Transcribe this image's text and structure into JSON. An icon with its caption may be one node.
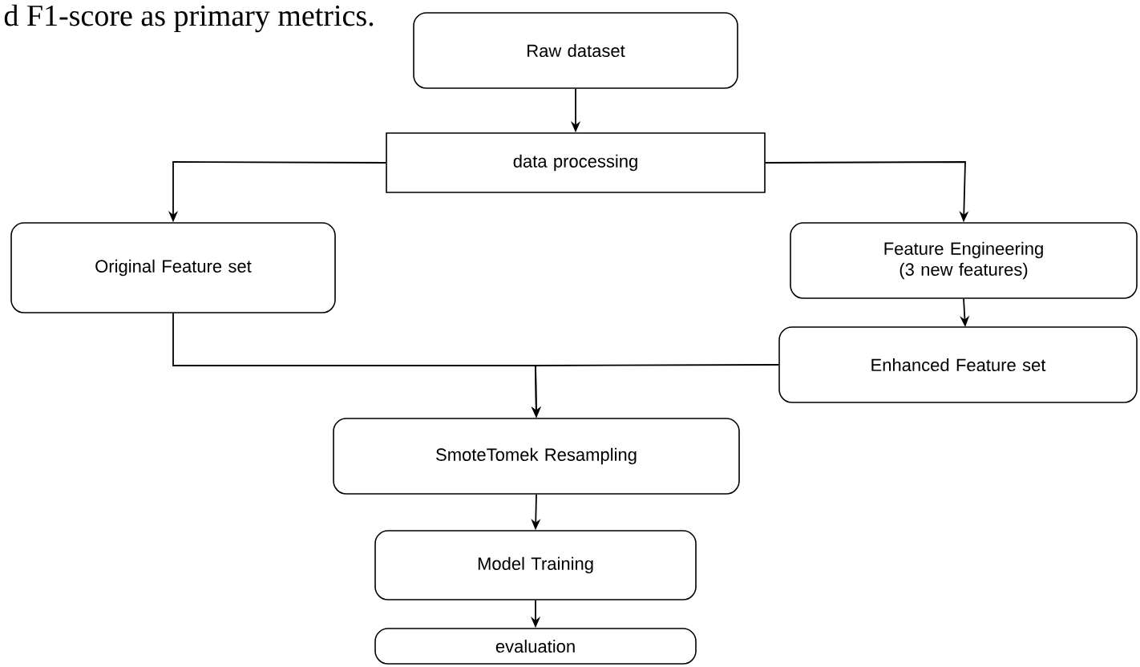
{
  "diagram": {
    "nodes": [
      {
        "text": [
          "Raw dataset"
        ]
      },
      {
        "text": [
          "data processing"
        ]
      },
      {
        "text": [
          "Original Feature set"
        ]
      },
      {
        "text": [
          "Feature Engineering (3 new features)"
        ]
      },
      {
        "text": [
          "Enhanced Feature set"
        ]
      },
      {
        "text": [
          "SmoteTomek Resampling"
        ]
      },
      {
        "text": [
          "Model Training"
        ]
      },
      {
        "text": [
          "evaluation"
        ]
      }
    ],
    "edges": [
      {
        "from": 0,
        "to": 1,
        "arrow": "to"
      },
      {
        "from": 1,
        "to": 2,
        "arrow": "to"
      },
      {
        "from": 1,
        "to": 3,
        "arrow": "to"
      },
      {
        "from": 3,
        "to": 4,
        "arrow": "to"
      },
      {
        "from": 2,
        "to": 5,
        "arrow": "to"
      },
      {
        "from": 4,
        "to": 5,
        "arrow": "to"
      },
      {
        "from": 5,
        "to": 6,
        "arrow": "to"
      },
      {
        "from": 6,
        "to": 7,
        "arrow": "to"
      }
    ],
    "labels": [
      "d F1-score as primary metrics."
    ]
  }
}
